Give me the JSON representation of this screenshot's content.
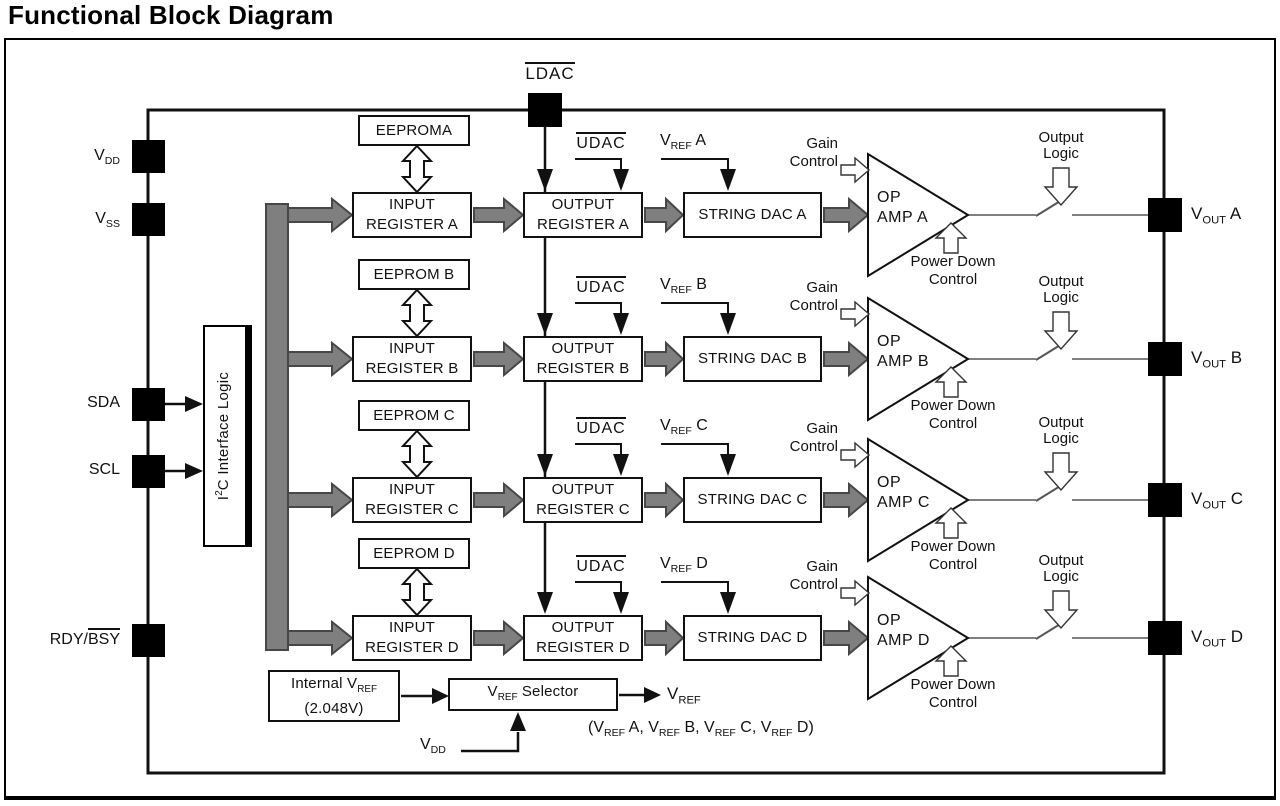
{
  "title": "Functional Block Diagram",
  "chip": {
    "left_pins": [
      {
        "base": "V",
        "sub": "DD",
        "over": ""
      },
      {
        "base": "V",
        "sub": "SS",
        "over": ""
      },
      {
        "base": "SDA",
        "sub": "",
        "over": ""
      },
      {
        "base": "SCL",
        "sub": "",
        "over": ""
      },
      {
        "base": "RDY/",
        "sub": "",
        "over": "BSY"
      }
    ],
    "top_pin": {
      "label": "LDAC"
    },
    "i2c": {
      "pre": "I",
      "sup": "2",
      "post": "C Interface Logic"
    }
  },
  "rows": [
    {
      "eeprom": "EEPROMA",
      "input1": "INPUT",
      "input2": "REGISTER A",
      "output1": "OUTPUT",
      "output2": "REGISTER A",
      "string_dac": "STRING DAC A",
      "udac": "UDAC",
      "vref_base": "V",
      "vref_sub": "REF",
      "vref_rest": " A",
      "gain1": "Gain",
      "gain2": "Control",
      "op1": "OP",
      "op2": "AMP A",
      "pd1": "Power Down",
      "pd2": "Control",
      "ol1": "Output",
      "ol2": "Logic",
      "vout_base": "V",
      "vout_sub": "OUT",
      "vout_rest": " A"
    },
    {
      "eeprom": "EEPROM B",
      "input1": "INPUT",
      "input2": "REGISTER B",
      "output1": "OUTPUT",
      "output2": "REGISTER B",
      "string_dac": "STRING DAC B",
      "udac": "UDAC",
      "vref_base": "V",
      "vref_sub": "REF",
      "vref_rest": " B",
      "gain1": "Gain",
      "gain2": "Control",
      "op1": "OP",
      "op2": "AMP B",
      "pd1": "Power Down",
      "pd2": "Control",
      "ol1": "Output",
      "ol2": "Logic",
      "vout_base": "V",
      "vout_sub": "OUT",
      "vout_rest": " B"
    },
    {
      "eeprom": "EEPROM C",
      "input1": "INPUT",
      "input2": "REGISTER C",
      "output1": "OUTPUT",
      "output2": "REGISTER C",
      "string_dac": "STRING DAC C",
      "udac": "UDAC",
      "vref_base": "V",
      "vref_sub": "REF",
      "vref_rest": " C",
      "gain1": "Gain",
      "gain2": "Control",
      "op1": "OP",
      "op2": "AMP C",
      "pd1": "Power Down",
      "pd2": "Control",
      "ol1": "Output",
      "ol2": "Logic",
      "vout_base": "V",
      "vout_sub": "OUT",
      "vout_rest": " C"
    },
    {
      "eeprom": "EEPROM D",
      "input1": "INPUT",
      "input2": "REGISTER D",
      "output1": "OUTPUT",
      "output2": "REGISTER D",
      "string_dac": "STRING DAC D",
      "udac": "UDAC",
      "vref_base": "V",
      "vref_sub": "REF",
      "vref_rest": " D",
      "gain1": "Gain",
      "gain2": "Control",
      "op1": "OP",
      "op2": "AMP D",
      "pd1": "Power Down",
      "pd2": "Control",
      "ol1": "Output",
      "ol2": "Logic",
      "vout_base": "V",
      "vout_sub": "OUT",
      "vout_rest": " D"
    }
  ],
  "bottom": {
    "internal_line1_base": "Internal V",
    "internal_line1_sub": "REF",
    "internal_line2": "(2.048V)",
    "selector_base": "V",
    "selector_sub": "REF",
    "selector_rest": " Selector",
    "vref_out_base": "V",
    "vref_out_sub": "REF",
    "vdd_base": "V",
    "vdd_sub": "DD",
    "vref_list": [
      {
        "pre": "(V",
        "sub": "REF",
        "rest": " A, "
      },
      {
        "pre": "V",
        "sub": "REF",
        "rest": " B, "
      },
      {
        "pre": "V",
        "sub": "REF",
        "rest": " C, "
      },
      {
        "pre": "V",
        "sub": "REF",
        "rest": " D)"
      }
    ]
  },
  "colors": {
    "bus_arrow_fill": "#7f7f7f",
    "bus_arrow_outline": "#474747",
    "line": "#111111",
    "pin": "#000000"
  }
}
